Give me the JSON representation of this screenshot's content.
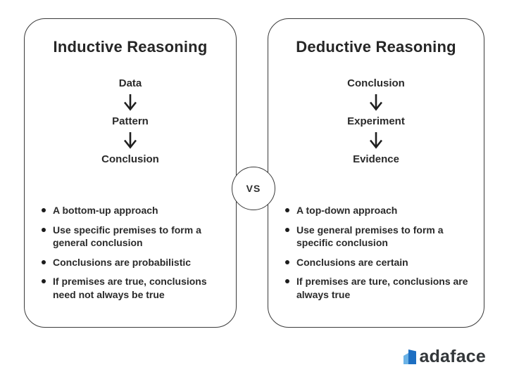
{
  "vs": {
    "label": "VS"
  },
  "panels": [
    {
      "id": "inductive",
      "title": "Inductive Reasoning",
      "flow": [
        "Data",
        "Pattern",
        "Conclusion"
      ],
      "bullets": [
        "A bottom-up approach",
        "Use specific premises to form a general conclusion",
        "Conclusions are probabilistic",
        "If premises are true, conclusions need not always be true"
      ]
    },
    {
      "id": "deductive",
      "title": "Deductive Reasoning",
      "flow": [
        "Conclusion",
        "Experiment",
        "Evidence"
      ],
      "bullets": [
        "A top-down approach",
        "Use general premises to form a specific conclusion",
        "Conclusions are certain",
        "If premises are ture, conclusions are always true"
      ]
    }
  ],
  "logo": {
    "text": "adaface",
    "icon": "bar-chart-icon",
    "colors": {
      "light_blue": "#6cb3e6",
      "dark_blue": "#1d6fc2",
      "text": "#33373a"
    }
  },
  "colors": {
    "panel_border": "#3a3a3a",
    "text_primary": "#262626",
    "background": "#ffffff"
  }
}
